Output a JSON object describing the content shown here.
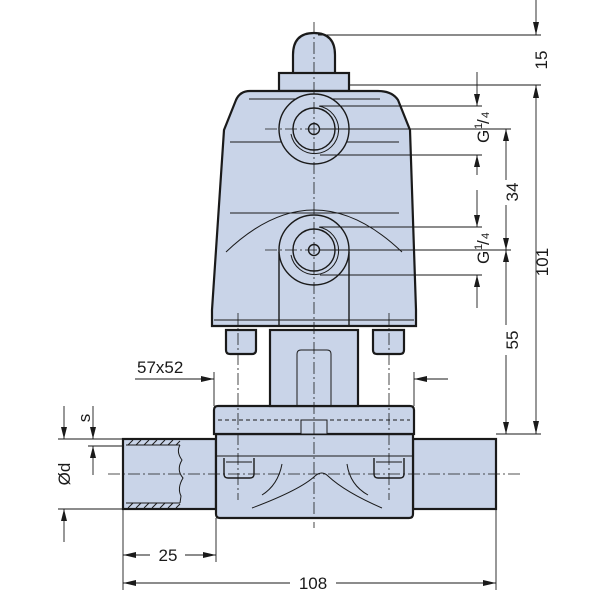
{
  "drawing": {
    "type": "technical drawing",
    "subject": "diaphragm valve with pneumatic actuator",
    "fill_color": "#c9d4e8",
    "line_color": "#1a1a1a"
  },
  "dimensions": {
    "top_height": "15",
    "port_upper": {
      "prefix": "G",
      "sup": "1",
      "slash": "/",
      "sub": "4"
    },
    "port_lower": {
      "prefix": "G",
      "sup": "1",
      "slash": "/",
      "sub": "4"
    },
    "port_spacing": "34",
    "lower_port_to_pipe": "55",
    "overall_height": "101",
    "flange_size": "57x52",
    "wall_thickness": "s",
    "diameter": "Ød",
    "pipe_length": "25",
    "overall_length": "108"
  }
}
